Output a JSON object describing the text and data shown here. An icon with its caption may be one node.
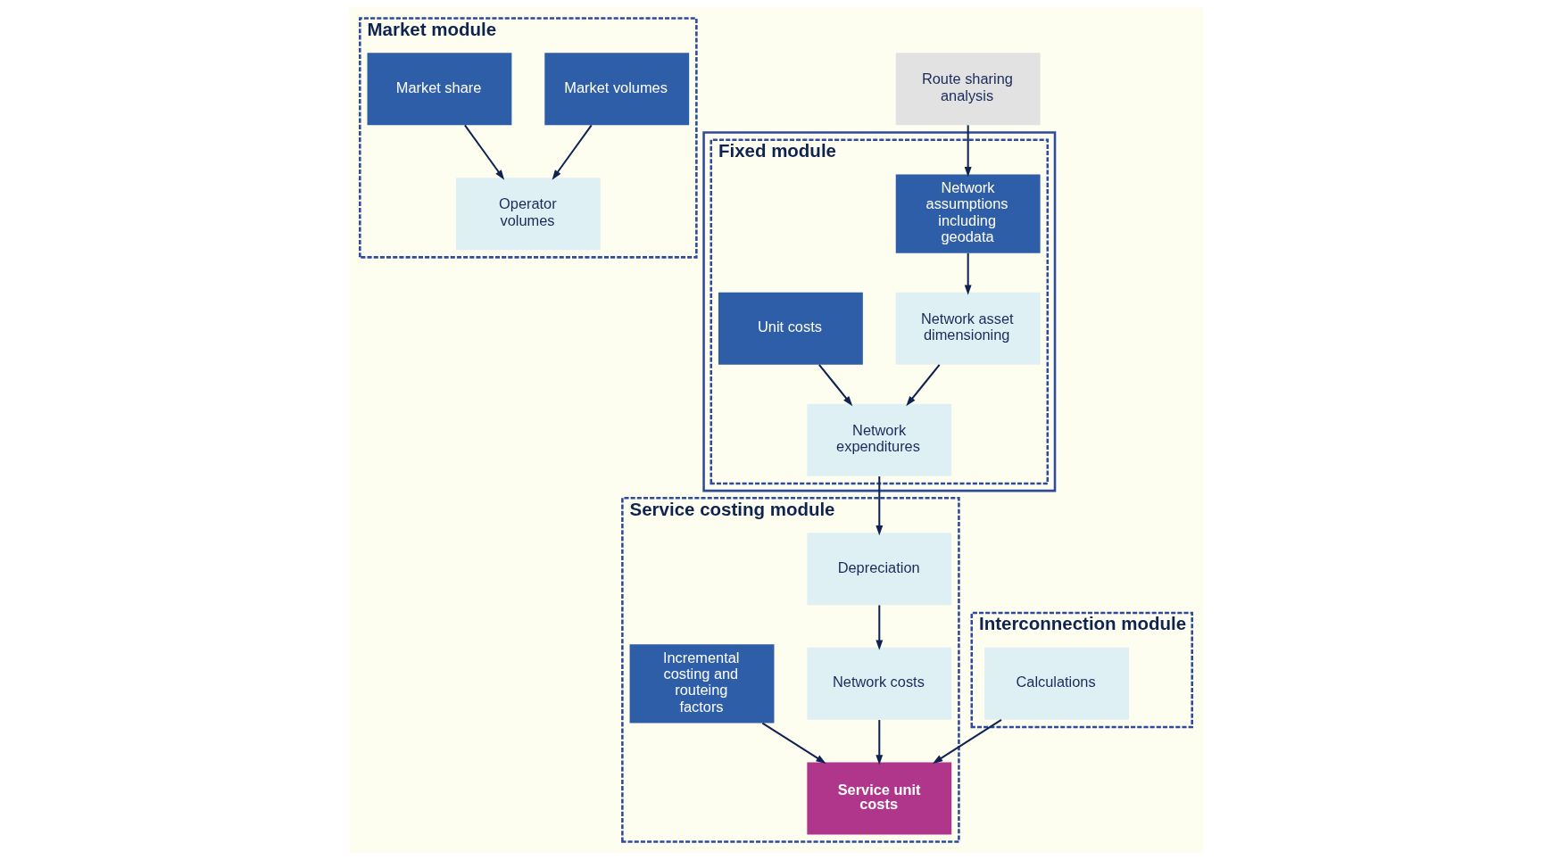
{
  "diagram": {
    "nodes": [
      {
        "text": [
          "Market module"
        ]
      },
      {
        "text": [
          "Market volumes"
        ],
        "in": 0
      },
      {
        "text": [
          "Operator volumes"
        ],
        "in": 0
      },
      {
        "text": [
          "Market share"
        ],
        "in": 0
      },
      {
        "text": [
          "Route sharing analysis"
        ]
      },
      {
        "text": [],
        "shape": "box"
      },
      {
        "text": [
          "Fixed module"
        ],
        "in": 5
      },
      {
        "text": [
          "Network assumptions including geodata"
        ],
        "in": 6
      },
      {
        "text": [
          "Unit costs"
        ],
        "in": 6
      },
      {
        "text": [
          "Network asset dimensioning"
        ],
        "in": 6
      },
      {
        "text": [
          "Network expenditures"
        ],
        "in": 6
      },
      {
        "text": [
          "Service costing module"
        ]
      },
      {
        "text": [
          "Depreciation"
        ],
        "in": 11
      },
      {
        "text": [
          "Network costs"
        ],
        "in": 11
      },
      {
        "text": [
          "Incremental costing and routeing factors"
        ],
        "in": 11
      },
      {
        "text": [
          "Service unit costs"
        ],
        "in": 11
      },
      {
        "text": [
          "Interconnection module"
        ]
      },
      {
        "text": [
          "Calculations"
        ],
        "in": 16
      }
    ],
    "edges": [
      {
        "from": 1,
        "to": 2,
        "arrow": "to"
      },
      {
        "from": 3,
        "to": 2,
        "arrow": "to"
      },
      {
        "from": 4,
        "to": 7,
        "arrow": "to"
      },
      {
        "from": 7,
        "to": 9,
        "arrow": "to"
      },
      {
        "from": 8,
        "to": 10,
        "arrow": "to"
      },
      {
        "from": 9,
        "to": 10,
        "arrow": "to"
      },
      {
        "from": 10,
        "to": 12,
        "arrow": "to"
      },
      {
        "from": 12,
        "to": 13,
        "arrow": "to"
      },
      {
        "from": 13,
        "to": 15,
        "arrow": "to"
      },
      {
        "from": 14,
        "to": 15,
        "arrow": "to"
      },
      {
        "from": 17,
        "to": 15,
        "arrow": "to"
      }
    ]
  }
}
